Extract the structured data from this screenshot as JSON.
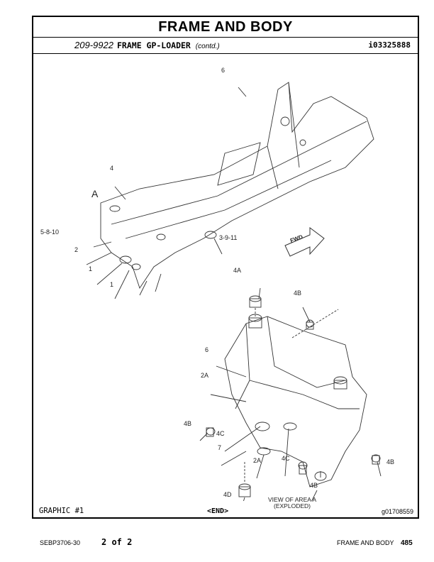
{
  "header": {
    "title": "FRAME AND BODY",
    "part_number": "209-9922",
    "part_name": "FRAME GP-LOADER",
    "contd": "(contd.)",
    "illustration_id": "i03325888"
  },
  "callouts": {
    "c6_top": "6",
    "c4": "4",
    "cA": "A",
    "c5810": "5-8-10",
    "c2": "2",
    "c1a": "1",
    "c1b": "1",
    "c3911": "3-9-11",
    "fwd": "FWD",
    "c4A": "4A",
    "c4B_top": "4B",
    "c6_low": "6",
    "c2A_top": "2A",
    "c4B_left": "4B",
    "c4C_left": "4C",
    "c7": "7",
    "c2A_low": "2A",
    "c4C_mid": "4C",
    "c4B_right": "4B",
    "c4B_bottom": "4B",
    "c4D": "4D"
  },
  "view_caption": {
    "line1": "VIEW OF AREA A",
    "line2": "(EXPLODED)"
  },
  "graphic_label": "GRAPHIC #1",
  "end_label": "<END>",
  "graphic_id": "g01708559",
  "footer": {
    "doc": "SEBP3706-30",
    "page_of": "2 of 2",
    "section": "FRAME AND BODY",
    "page": "485"
  }
}
